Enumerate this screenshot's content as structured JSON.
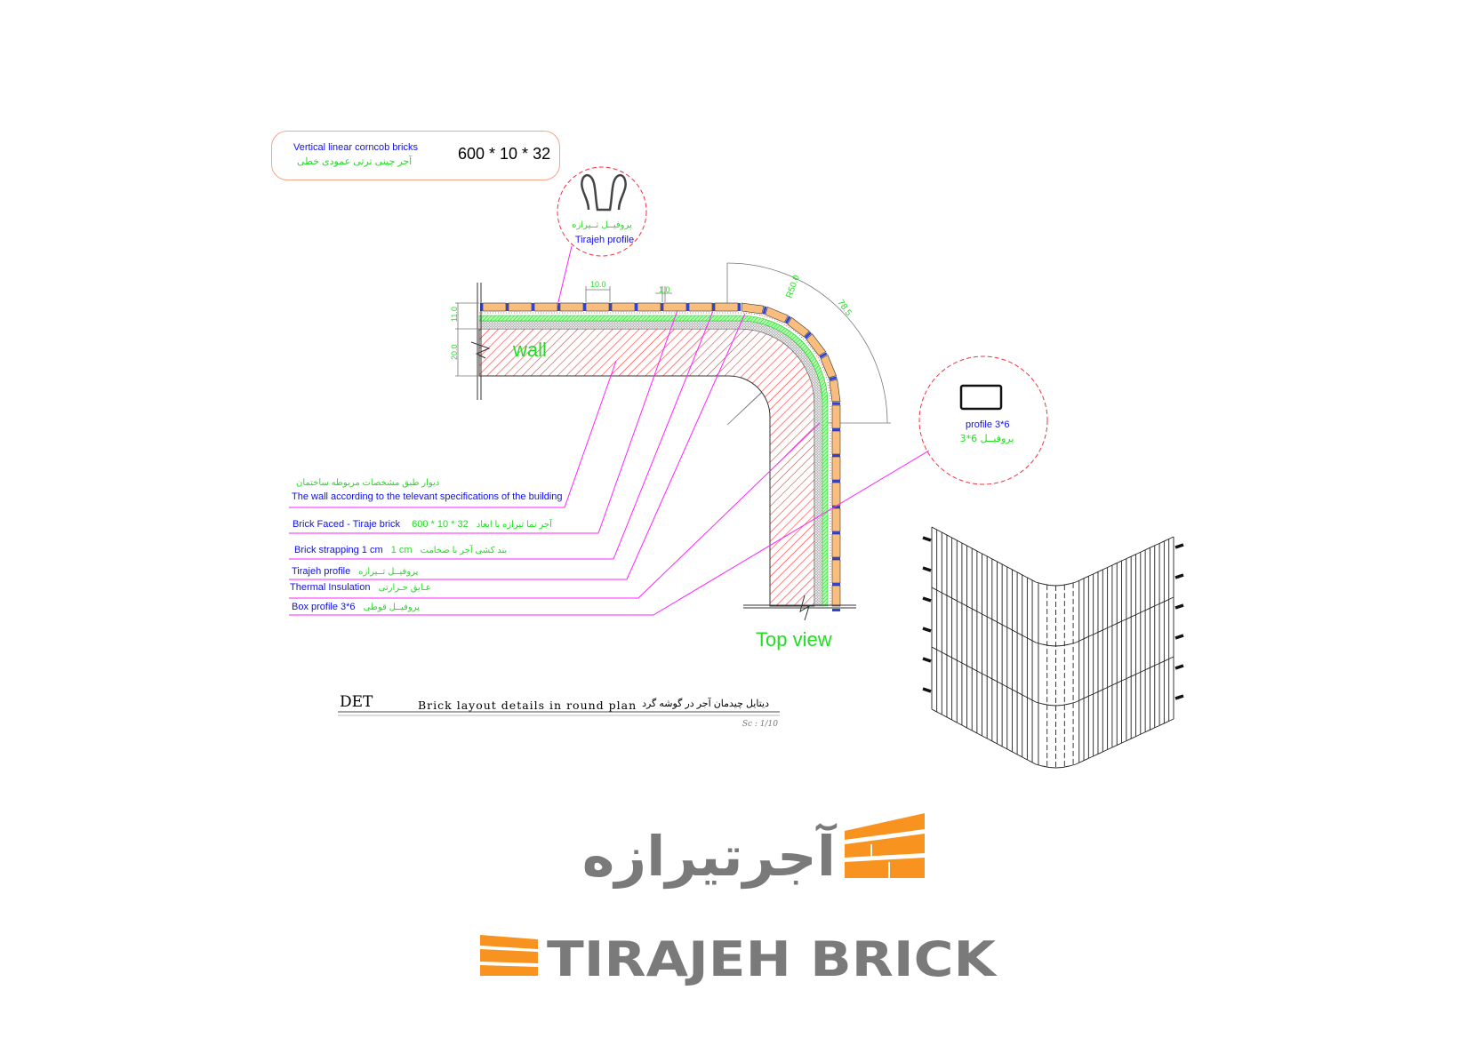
{
  "spec_box": {
    "title_en": "Vertical linear corncob bricks",
    "title_fa": "آجر چینی ترتی عمودی خطی",
    "dimensions": "600 * 10 * 32"
  },
  "tirajeh_profile_callout": {
    "label_fa": "پروفیــل تــیرازه",
    "label_en": "Tirajeh profile"
  },
  "box_profile_callout": {
    "label_en": "profile 3*6",
    "label_fa": "پروفیــل 6*3"
  },
  "dimensions": {
    "brick_width": "10.0",
    "joint": "1.0",
    "radius": "R50.0",
    "arc_length": "78.5",
    "cladding_depth": "11.0",
    "wall_depth": "20.0"
  },
  "wall_label": "wall",
  "view_label": "Top view",
  "legend": [
    {
      "en": "The wall according to the televant specifications of the building",
      "fa": "دیوار طبق مشخصات مربوطه ساختمان",
      "value": ""
    },
    {
      "en": "Brick Faced - Tiraje brick",
      "value": "600 * 10 * 32",
      "fa": "آجر نما تیرازه با ابعاد"
    },
    {
      "en": "Brick strapping 1 cm",
      "value": "1 cm",
      "fa": "بند کشی آجر با ضخامت"
    },
    {
      "en": "Tirajeh profile",
      "value": "",
      "fa": "پروفیــل تــیرازه"
    },
    {
      "en": "Thermal Insulation",
      "value": "",
      "fa": "عـایق حـرارتی"
    },
    {
      "en": "Box profile 3*6",
      "value": "",
      "fa": "پروفیــل قوطی"
    }
  ],
  "title_block": {
    "code": "DET",
    "title_en": "Brick layout details in round plan",
    "title_fa": "دیتایل چیدمان آجر در گوشه گرد",
    "scale": "Sc : 1/10"
  },
  "logo": {
    "name_fa": "آجرتیرازه",
    "name_en": "TIRAJEH BRICK"
  },
  "colors": {
    "brick": "#f9bd7d",
    "hatch": "#ff3333",
    "insulation": "#22dd22",
    "leader": "#ff22ff",
    "label_blue": "#1010e8",
    "logo_orange": "#f7931e",
    "logo_gray": "#7a7a7a"
  }
}
